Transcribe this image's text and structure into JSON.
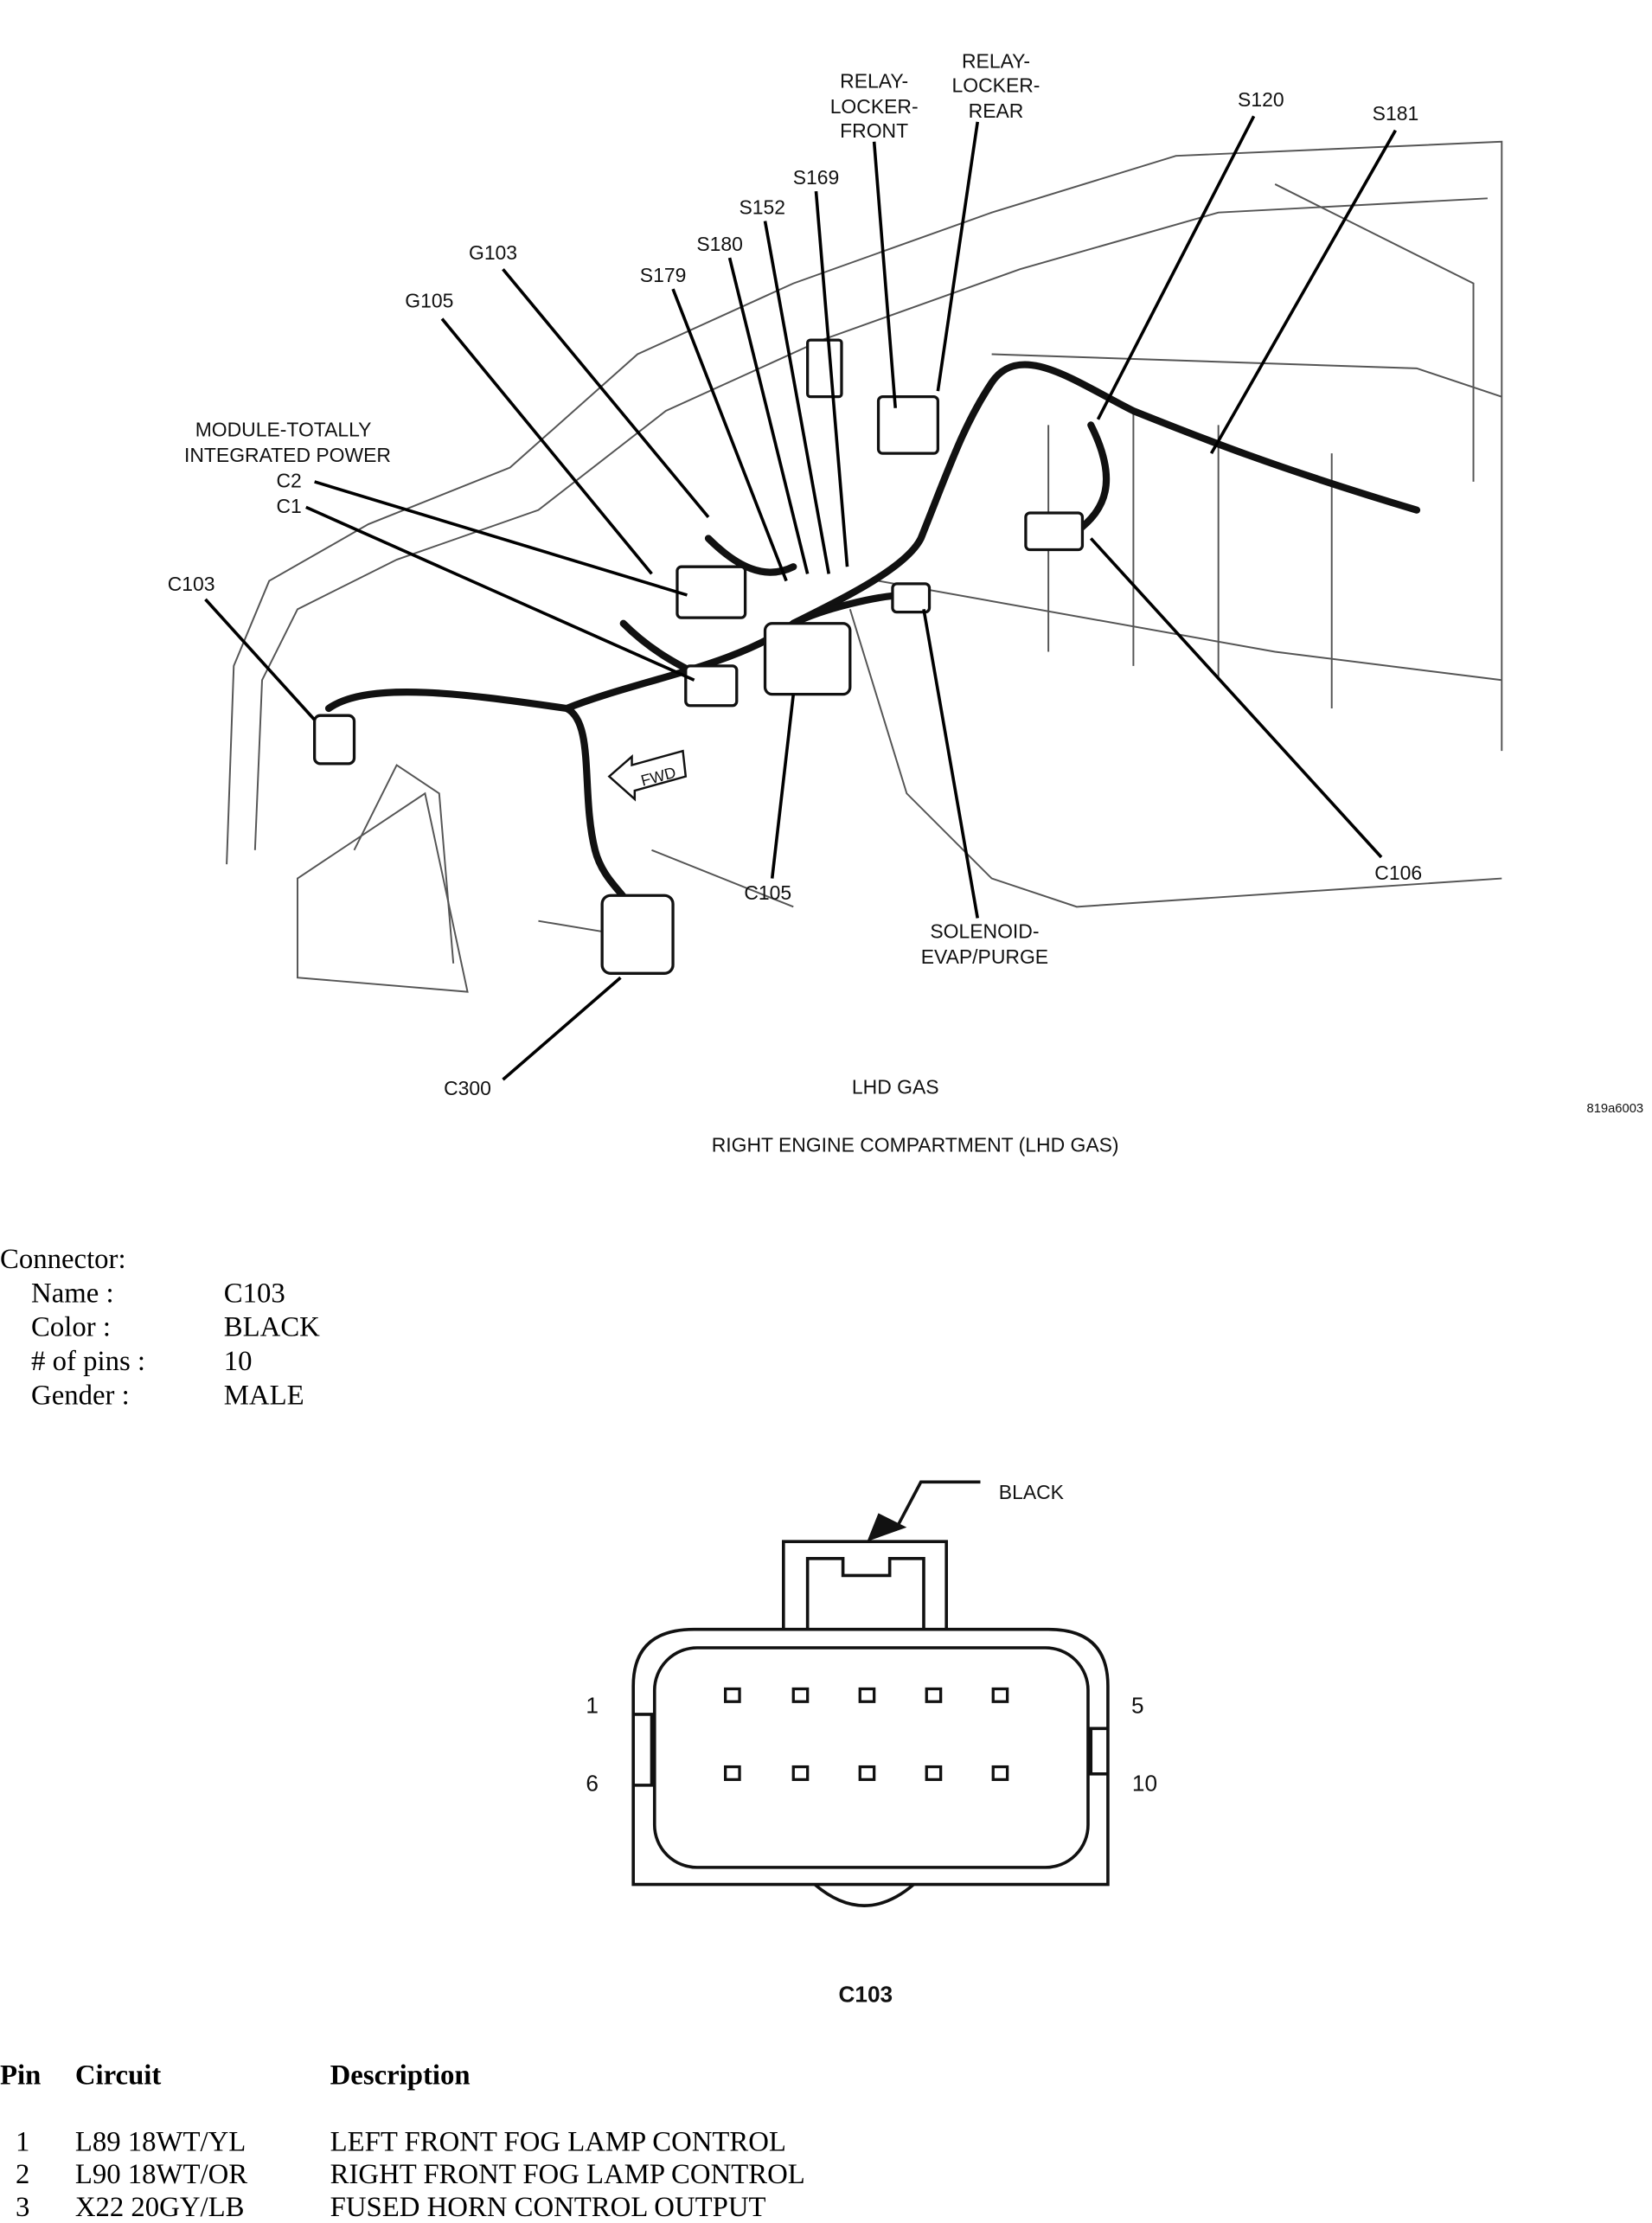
{
  "figure": {
    "labels": {
      "relay_front": [
        "RELAY-",
        "LOCKER-",
        "FRONT"
      ],
      "relay_rear": [
        "RELAY-",
        "LOCKER-",
        "REAR"
      ],
      "s120": "S120",
      "s181": "S181",
      "s169": "S169",
      "s152": "S152",
      "s180": "S180",
      "s179": "S179",
      "g103": "G103",
      "g105": "G105",
      "module": [
        "MODULE-TOTALLY",
        "INTEGRATED POWER"
      ],
      "c2": "C2",
      "c1": "C1",
      "c103": "C103",
      "c105": "C105",
      "solenoid": [
        "SOLENOID-",
        "EVAP/PURGE"
      ],
      "c106": "C106",
      "c300": "C300",
      "fwd": "FWD",
      "variant": "LHD GAS",
      "figure_id": "819a6003",
      "caption": "RIGHT ENGINE COMPARTMENT  (LHD GAS)"
    }
  },
  "connector": {
    "heading": "Connector:",
    "fields": [
      {
        "label": "Name :",
        "value": "C103"
      },
      {
        "label": "Color :",
        "value": "BLACK"
      },
      {
        "label": "# of pins :",
        "value": "10"
      },
      {
        "label": "Gender :",
        "value": "MALE"
      }
    ],
    "diagram": {
      "color_label": "BLACK",
      "pin_labels": {
        "top_left": "1",
        "top_right": "5",
        "bottom_left": "6",
        "bottom_right": "10"
      },
      "title": "C103"
    }
  },
  "pin_table": {
    "headers": {
      "pin": "Pin",
      "circuit": "Circuit",
      "description": "Description"
    },
    "rows": [
      {
        "pin": "1",
        "circuit": "L89 18WT/YL",
        "description": "LEFT FRONT FOG LAMP CONTROL"
      },
      {
        "pin": "2",
        "circuit": "L90 18WT/OR",
        "description": "RIGHT FRONT FOG LAMP CONTROL"
      },
      {
        "pin": "3",
        "circuit": "X22 20GY/LB",
        "description": "FUSED HORN CONTROL OUTPUT"
      }
    ]
  }
}
